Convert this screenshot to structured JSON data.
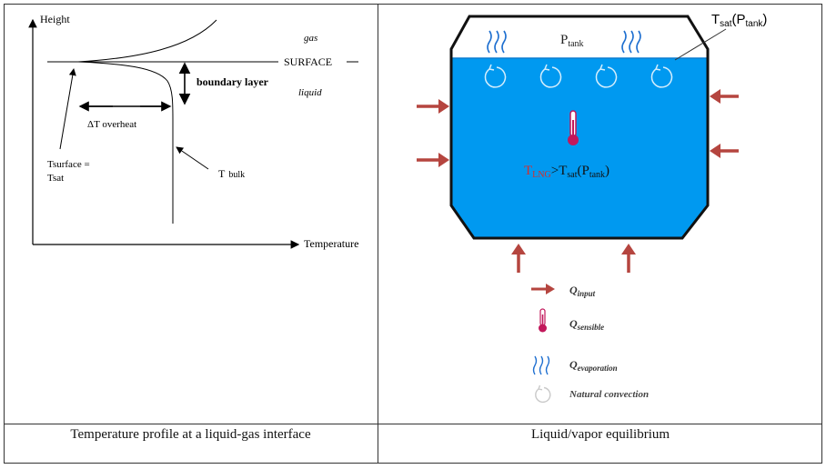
{
  "left_panel": {
    "y_axis_label": "Height",
    "x_axis_label": "Temperature",
    "gas_label": "gas",
    "liquid_label": "liquid",
    "surface_label": "SURFACE",
    "boundary_layer_label": "boundary layer",
    "delta_t_label": "ΔT overheat",
    "tsurface_line1": "Tsurface =",
    "tsurface_line2": "Tsat",
    "tbulk_main": "T",
    "tbulk_sub": "bulk",
    "caption": "Temperature profile at a liquid-gas interface"
  },
  "right_panel": {
    "tsat_main": "T",
    "tsat_sub": "sat",
    "tsat_paren_open": "(P",
    "tsat_paren_sub": "tank",
    "tsat_paren_close": ")",
    "ptank_main": "P",
    "ptank_sub": "tank",
    "tlng_main": "T",
    "tlng_sub": "LNG",
    "tlng_rest": ">T",
    "tlng_rest_sub": "sat",
    "tlng_paren_open": "(P",
    "tlng_paren_sub": "tank",
    "tlng_paren_close": ")",
    "legend": [
      {
        "icon": "arrow-icon",
        "main": "Q",
        "sub": "input"
      },
      {
        "icon": "thermometer-icon",
        "main": "Q",
        "sub": "sensible"
      },
      {
        "icon": "evaporation-icon",
        "main": "Q",
        "sub": "evaporation"
      },
      {
        "icon": "convection-icon",
        "main": "Natural convection",
        "sub": ""
      }
    ],
    "caption": "Liquid/vapor equilibrium"
  },
  "colors": {
    "liquid": "#0099f0",
    "arrow": "#b5453f",
    "thermometer": "#c2185b",
    "evaporation": "#1e6fd0",
    "tlng_red": "#d32f2f"
  }
}
